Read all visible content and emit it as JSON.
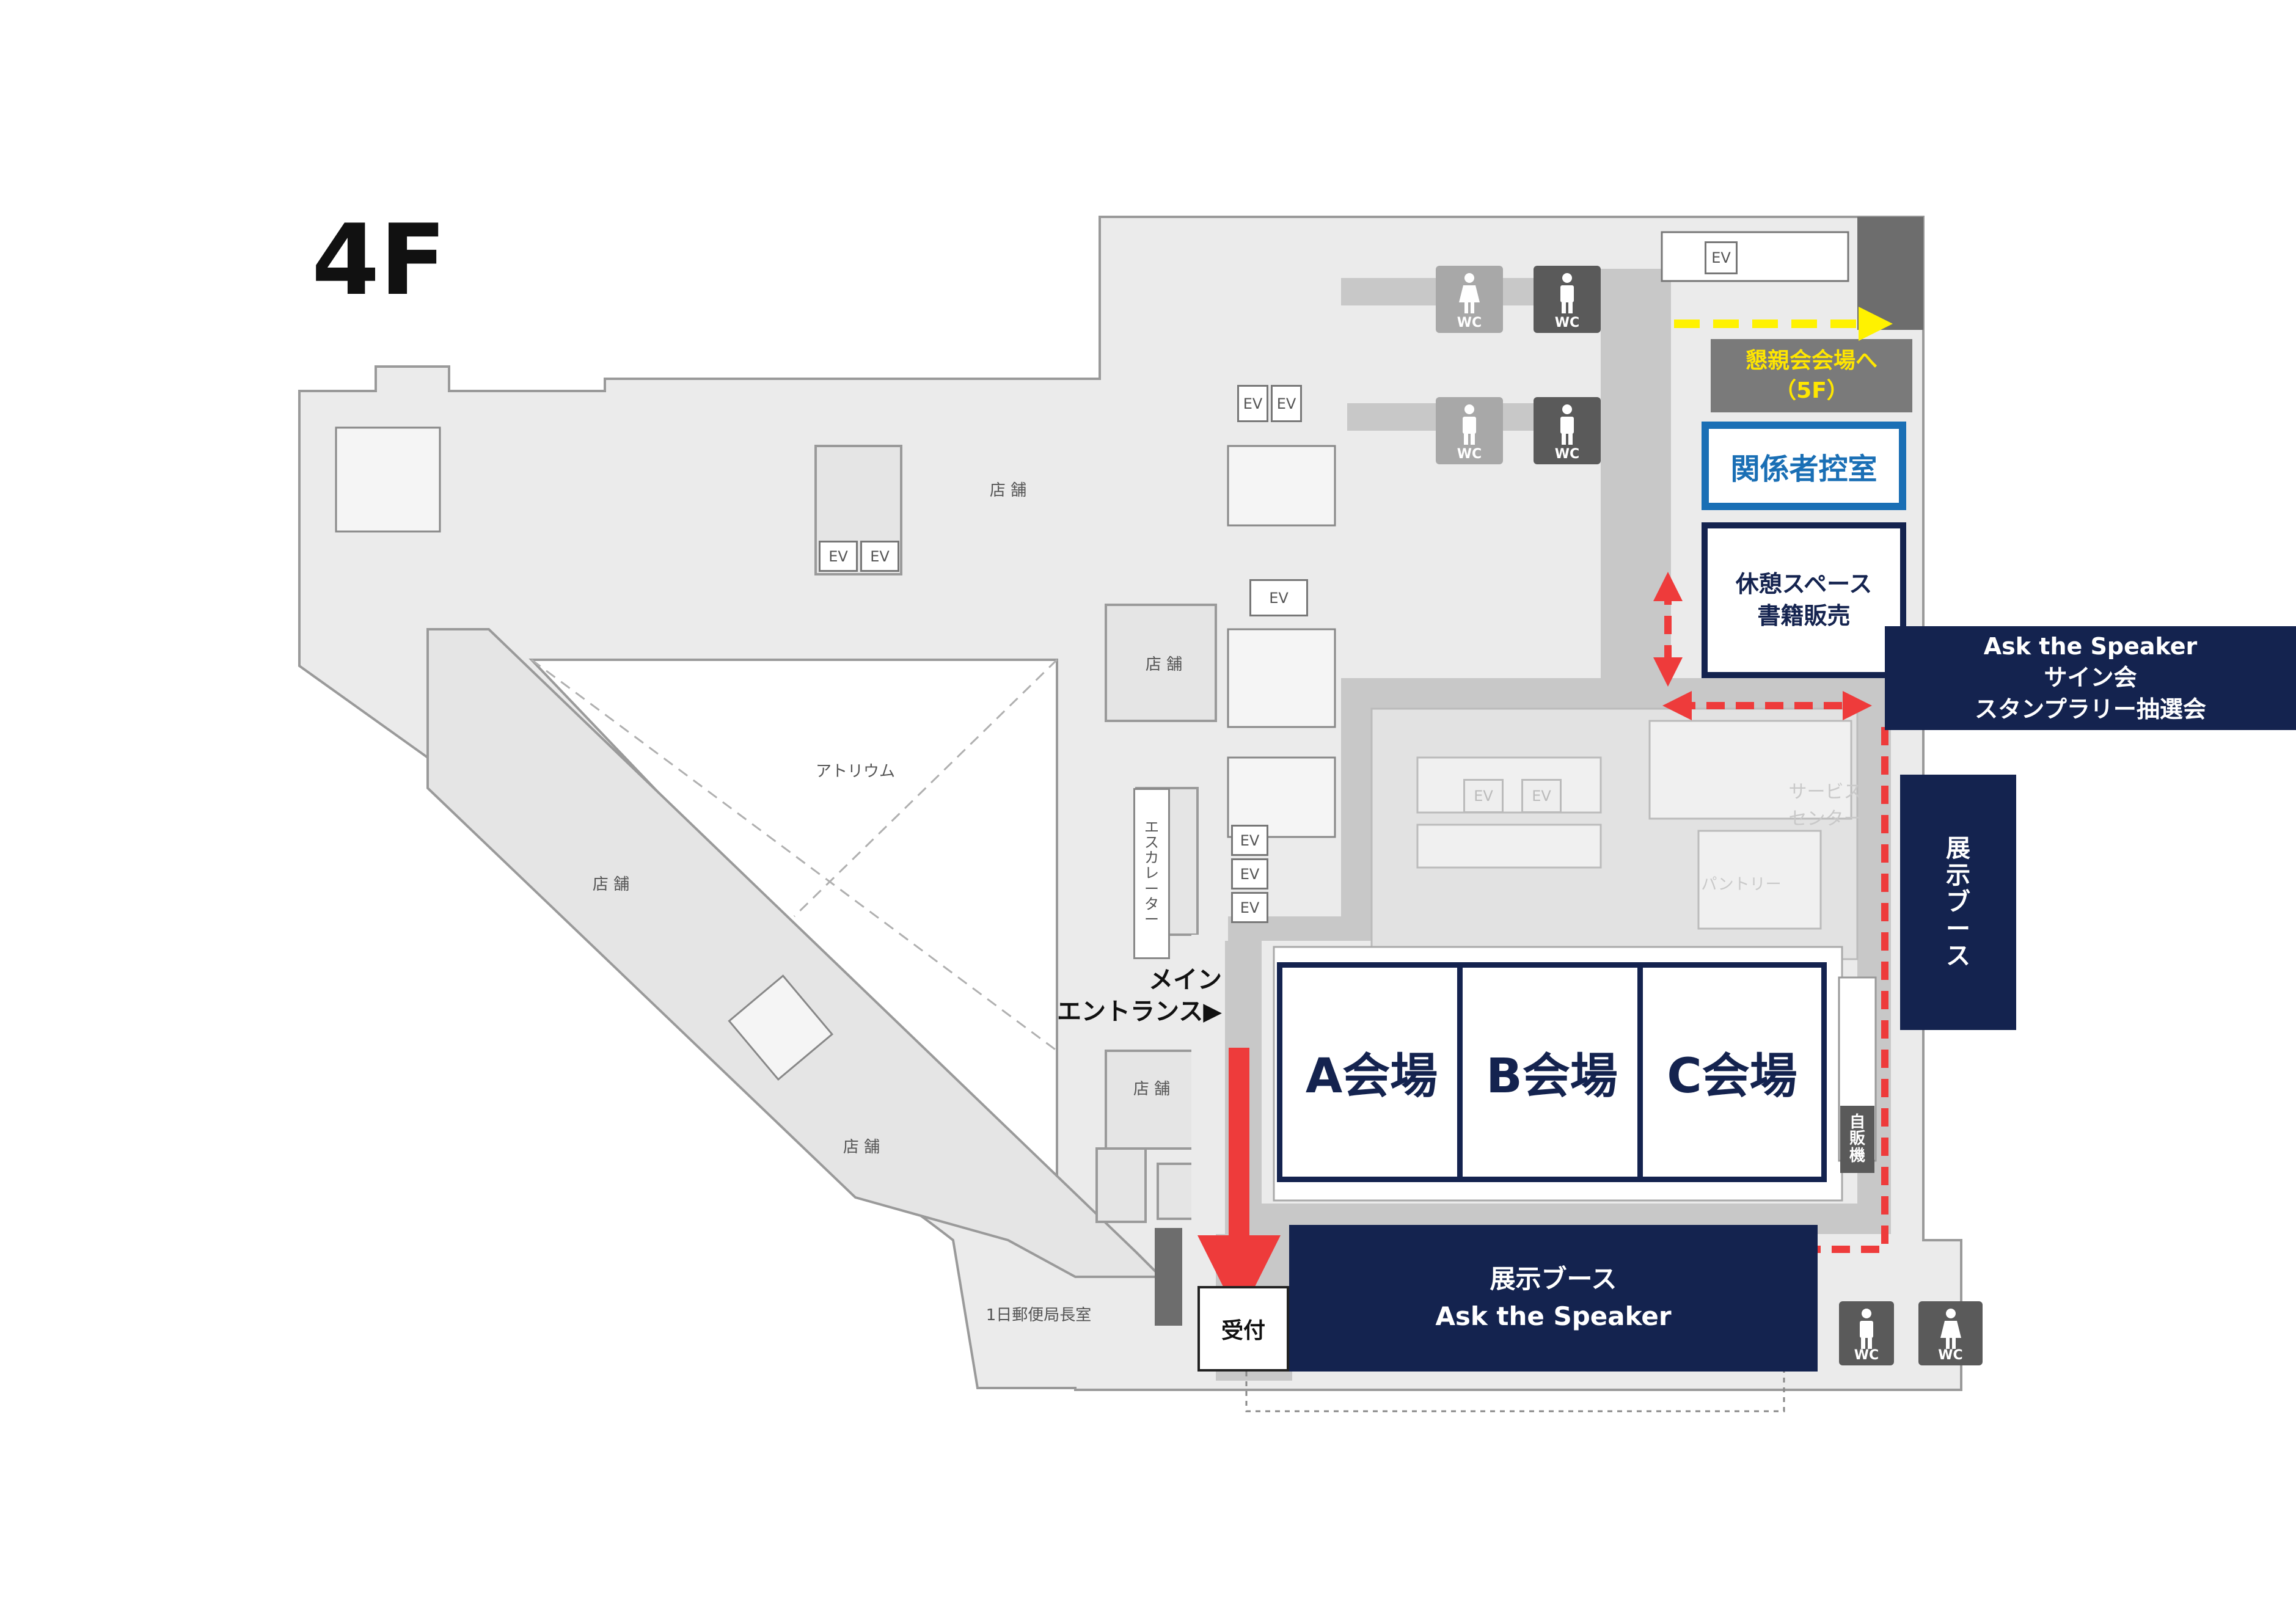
{
  "floor": {
    "label": "4F"
  },
  "rooms": {
    "store_top": "店 舗",
    "store_left": "店 舗",
    "store_mid": "店 舗",
    "store_lower": "店 舗",
    "store_bottom": "店 舗",
    "atrium": "アトリウム",
    "post_office": "1日郵便局長室",
    "escalator": "エ\nス\nカ\nレ\nー\nタ\nー",
    "service_center": "サービス\nセンター",
    "pantry": "パントリー",
    "vending": "自\n販\n機"
  },
  "elevators": {
    "label": "EV"
  },
  "restrooms": {
    "label": "WC"
  },
  "venues": {
    "a": "A会場",
    "b": "B会場",
    "c": "C会場"
  },
  "labels": {
    "main_entrance": "メイン\nエントランス▶",
    "reception": "受付",
    "party_venue": "懇親会会場へ\n（5F）",
    "staff_room": "関係者控室",
    "rest_space": "休憩スペース\n書籍販売",
    "ask_speaker_sign": "Ask the Speaker\nサイン会\nスタンプラリー抽選会",
    "exhibit_side": "展\n示\nブ\nー\nス",
    "exhibit_bottom": "展示ブース\nAsk the Speaker"
  },
  "colors": {
    "navy": "#14234f",
    "route_red": "#ee3b3b",
    "route_yellow": "#fff200",
    "party_text": "#ffe600",
    "staff_blue": "#1a6fb5",
    "corridor": "#c8c8c8",
    "building": "#ebebeb"
  },
  "icons": [
    "elevator-icon",
    "male-restroom-icon",
    "female-restroom-icon",
    "arrow-icon"
  ]
}
